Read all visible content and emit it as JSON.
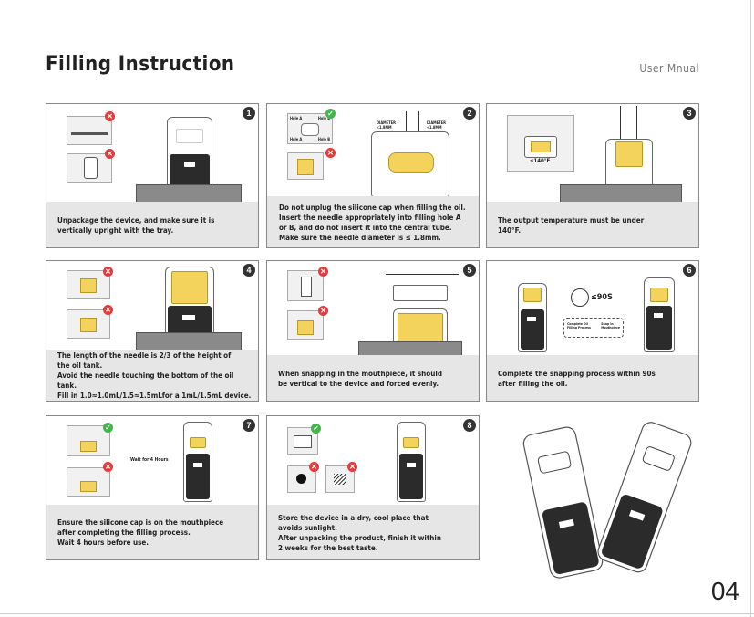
{
  "header": {
    "title": "Filling Instruction",
    "subtitle": "User Mnual"
  },
  "page_number": "04",
  "steps": [
    {
      "num": "1",
      "caption": "Unpackage the device, and make sure it is\nvertically upright with the tray."
    },
    {
      "num": "2",
      "caption": "Do not unplug the silicone cap when filling the oil.\nInsert the needle appropriately into filling hole A\nor B, and do not insert it into the central tube.\nMake sure the needle diameter is ≤ 1.8mm.",
      "labels": {
        "diameter_left": "DIAMETER\n<1.8MM",
        "diameter_right": "DIAMETER\n<1.8MM",
        "hole_a1": "Hole A",
        "hole_b1": "Hole B",
        "hole_a2": "Hole A",
        "hole_b2": "Hole B"
      }
    },
    {
      "num": "3",
      "caption": "The output temperature must be under\n140°F.",
      "labels": {
        "temp": "≤140°F"
      }
    },
    {
      "num": "4",
      "caption": "The length of the needle is 2/3 of the height of\nthe oil tank.\nAvoid the needle touching the bottom of the oil tank.\nFill in 1.0≈1.0mL/1.5≈1.5mLfor a 1mL/1.5mL device."
    },
    {
      "num": "5",
      "caption": "When snapping in the mouthpiece, it should\nbe vertical to the device and forced evenly."
    },
    {
      "num": "6",
      "caption": "Complete the snapping process within 90s\nafter filling the oil.",
      "labels": {
        "time": "≤90S",
        "flow_left": "Complete Oil\nFilling Process",
        "flow_right": "Snap In\nMouthpiece"
      }
    },
    {
      "num": "7",
      "caption": "Ensure the silicone cap is on the mouthpiece\nafter completing the filling process.\nWait 4 hours before use.",
      "labels": {
        "wait": "Wait for 4 Hours"
      }
    },
    {
      "num": "8",
      "caption": "Store the device in a dry, cool place that\navoids sunlight.\nAfter unpacking the product, finish it within\n2 weeks for the best taste."
    }
  ],
  "colors": {
    "oil": "#f3d35b",
    "ok": "#3fb84a",
    "bad": "#e83a3a",
    "caption_bg": "#e6e6e6",
    "device_dark": "#2b2b2b"
  }
}
